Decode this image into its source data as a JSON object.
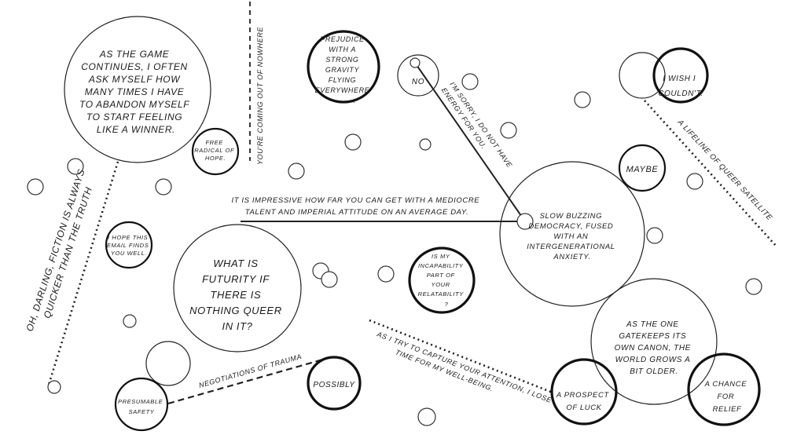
{
  "texts": {
    "game": [
      "AS THE GAME",
      "CONTINUES, I OFTEN",
      "ASK MYSELF HOW",
      "MANY TIMES I HAVE",
      "TO ABANDON MYSELF",
      "TO START FEELING",
      "LIKE A WINNER."
    ],
    "free_radical": [
      "FREE",
      "RADICAL OF",
      "HOPE."
    ],
    "nowhere": "YOU'RE COMING OUT OF NOWHERE",
    "prejudice": [
      "PREJUDICE",
      "WITH A",
      "STRONG",
      "GRAVITY",
      "FLYING",
      "EVERYWHERE",
      "."
    ],
    "no": "NO",
    "sorry": [
      "I'M SORRY, I DO NOT HAVE",
      "ENERGY FOR YOU."
    ],
    "wish": [
      "I WISH I",
      "COULDN'T."
    ],
    "satellite": "A LIFELINE OF QUEER SATELLITE",
    "maybe": "MAYBE",
    "impressive": [
      "IT IS IMPRESSIVE HOW FAR YOU CAN GET WITH A MEDIOCRE",
      "TALENT AND IMPERIAL ATTITUDE ON AN AVERAGE DAY."
    ],
    "democracy": [
      "SLOW BUZZING",
      "DEMOCRACY, FUSED",
      "WITH  AN",
      "INTERGENERATIONAL",
      "ANXIETY."
    ],
    "darling": [
      "OH, DARLING, FICTION IS ALWAYS",
      "QUICKER THAN THE TRUTH"
    ],
    "email": [
      "I HOPE THIS",
      "EMAIL FINDS",
      "YOU WELL."
    ],
    "futurity": [
      "WHAT IS",
      "FUTURITY IF",
      "THERE IS",
      "NOTHING QUEER",
      "IN IT?"
    ],
    "incapability": [
      "IS MY",
      "INCAPABILITY",
      "PART OF",
      "YOUR",
      "RELATABILITY",
      "?"
    ],
    "gatekeeps": [
      "AS THE ONE",
      "GATEKEEPS ITS",
      "OWN CANON, THE",
      "WORLD GROWS A",
      "BIT OLDER."
    ],
    "attention": [
      "AS I TRY TO CAPTURE YOUR ATTENTION, I LOSE",
      "TIME FOR MY WELL-BEING."
    ],
    "trauma": "NEGOTIATIONS OF TRAUMA",
    "possibly": "POSSIBLY",
    "safety": [
      "PRESUMABLE",
      "SAFETY"
    ],
    "luck": [
      "A PROSPECT",
      "OF LUCK"
    ],
    "relief": [
      "A CHANCE",
      "FOR",
      "RELIEF"
    ]
  },
  "colors": {
    "ink": "#111111",
    "background": "#ffffff"
  }
}
